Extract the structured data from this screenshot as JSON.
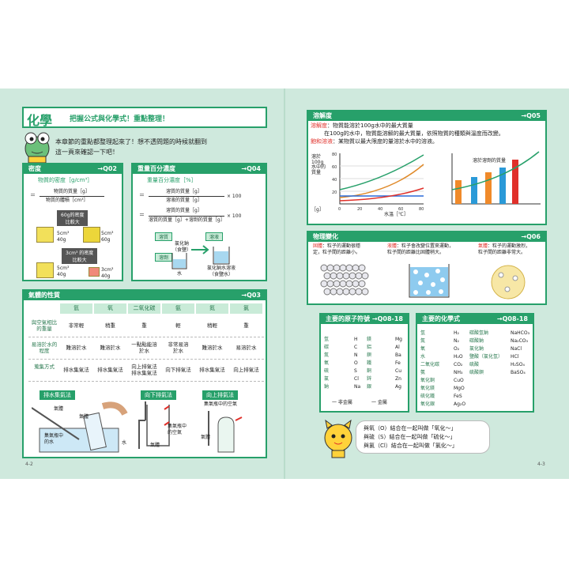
{
  "pages": {
    "left": "4-2",
    "right": "4-3"
  },
  "header": {
    "title": "化學",
    "subtitle": "把握公式與化學式！重點整理！"
  },
  "intro": {
    "line1": "本章節的重點都整理起來了！想不透問題的時候就翻到",
    "line2": "這一頁來確認一下吧！"
  },
  "density": {
    "title": "密度",
    "ref": "→Q02",
    "label": "物質的密度［g/cm³］",
    "eq": "＝",
    "numerator": "物質的質量［g］",
    "denominator": "物質的體積［cm³］",
    "tag1": "60g的密度\n比較大",
    "tag2": "3cm³ 的密度\n比較大",
    "c1": "5cm³\n40g",
    "c2": "5cm³\n60g",
    "c3": "5cm³\n40g",
    "c4": "3cm³\n40g"
  },
  "mass_percent": {
    "title": "重量百分濃度",
    "ref": "→Q04",
    "label": "重量百分濃度［%］",
    "eq": "＝",
    "num1": "溶質的質量［g］",
    "den1": "溶液的質量［g］",
    "x1": "× 100",
    "num2": "溶質的質量［g］",
    "den2": "溶質的質量［g］+溶劑的質量［g］",
    "x2": "× 100",
    "solute_tag": "溶質",
    "solvent_tag": "溶劑",
    "solution_tag": "溶液",
    "nacl": "氯化鈉\n（食鹽）",
    "water": "水",
    "brine": "氯化鈉水溶液\n（食鹽水）"
  },
  "gases": {
    "title": "氣體的性質",
    "ref": "→Q03",
    "columns": [
      "氫",
      "氧",
      "二氧化碳",
      "氨",
      "氮",
      "氯"
    ],
    "rows": [
      {
        "label": "與空氣相比\n的重量",
        "cells": [
          "非常輕",
          "稍重",
          "重",
          "輕",
          "稍輕",
          "重"
        ]
      },
      {
        "label": "易溶於水的\n程度",
        "cells": [
          "難溶於水",
          "難溶於水",
          "一點點能溶\n於水",
          "非常易溶\n於水",
          "難溶於水",
          "易溶於水"
        ]
      },
      {
        "label": "蒐集方式",
        "cells": [
          "排水集氣法",
          "排水集氣法",
          "向上排氣法\n排水集氣法",
          "向下排氣法",
          "排水集氣法",
          "向上排氣法"
        ]
      }
    ],
    "methods": [
      "排水集氣法",
      "向下排氣法",
      "向上排氣法"
    ],
    "m1_gas": "氣體",
    "m1_gas2": "氣體",
    "m1_water_note": "集氣瓶中\n的水",
    "m1_water": "水",
    "m2_air": "集氣瓶中\n的空氣",
    "m2_gas": "氣體",
    "m3_air": "集氣瓶中的空氣",
    "m3_gas": "氣體"
  },
  "solubility": {
    "title": "溶解度",
    "ref": "→Q05",
    "line1_key": "溶解度",
    "line1": "：物質能溶於100g水中的最大質量",
    "line2": "在100g的水中，物質能溶解的最大質量，依照物質的種類與溫度而改變。",
    "line3_key": "飽和溶液",
    "line3": "：某物質以最大限度的量溶於水中的溶液。",
    "ylabel": "溶於100g水中的質量",
    "yunit": "［g］",
    "xlabel": "水溫［℃］",
    "chart_note": "溶於溶劑的質量"
  },
  "physical": {
    "title": "物理變化",
    "ref": "→Q06",
    "solid_key": "固體",
    "solid": "：粒子的運動很穩\n定，粒子間的距離小。",
    "liquid_key": "液體",
    "liquid": "：粒子會改變位置來運動，\n粒子間的距離比固體稍大。",
    "gas_key": "氣體",
    "gas": "：粒子的運動激烈，\n粒子間的距離非常大。"
  },
  "atoms": {
    "title": "主要的原子符號",
    "ref": "→Q08-18",
    "left": [
      [
        "氫",
        "H"
      ],
      [
        "碳",
        "C"
      ],
      [
        "氮",
        "N"
      ],
      [
        "氧",
        "O"
      ],
      [
        "硫",
        "S"
      ],
      [
        "氯",
        "Cl"
      ],
      [
        "鈉",
        "Na"
      ]
    ],
    "right": [
      [
        "鎂",
        "Mg"
      ],
      [
        "鋁",
        "Al"
      ],
      [
        "鋇",
        "Ba"
      ],
      [
        "鐵",
        "Fe"
      ],
      [
        "銅",
        "Cu"
      ],
      [
        "鋅",
        "Zn"
      ],
      [
        "銀",
        "Ag"
      ]
    ],
    "legend_nonmetal": "一 非金屬",
    "legend_metal": "一 金屬"
  },
  "formulas": {
    "title": "主要的化學式",
    "ref": "→Q08-18",
    "left": [
      [
        "氫",
        "H₂"
      ],
      [
        "氮",
        "N₂"
      ],
      [
        "氧",
        "O₂"
      ],
      [
        "水",
        "H₂O"
      ],
      [
        "二氧化碳",
        "CO₂"
      ],
      [
        "氨",
        "NH₃"
      ],
      [
        "氧化銅",
        "CuO"
      ],
      [
        "氧化鎂",
        "MgO"
      ],
      [
        "硫化鐵",
        "FeS"
      ],
      [
        "氧化銀",
        "Ag₂O"
      ]
    ],
    "right": [
      [
        "碳酸氫鈉",
        "NaHCO₃"
      ],
      [
        "碳酸鈉",
        "Na₂CO₃"
      ],
      [
        "氯化鈉",
        "NaCl"
      ],
      [
        "鹽酸（氯化氫）",
        "HCl"
      ],
      [
        "硫酸",
        "H₂SO₄"
      ],
      [
        "硫酸鋇",
        "BaSO₄"
      ]
    ]
  },
  "speech": {
    "l1": "與氧（O）結合在一起叫做「氧化～」",
    "l2": "與硫（S）結合在一起叫做「硫化～」",
    "l3": "與氯（Cl）結合在一起叫做「氯化～」"
  }
}
